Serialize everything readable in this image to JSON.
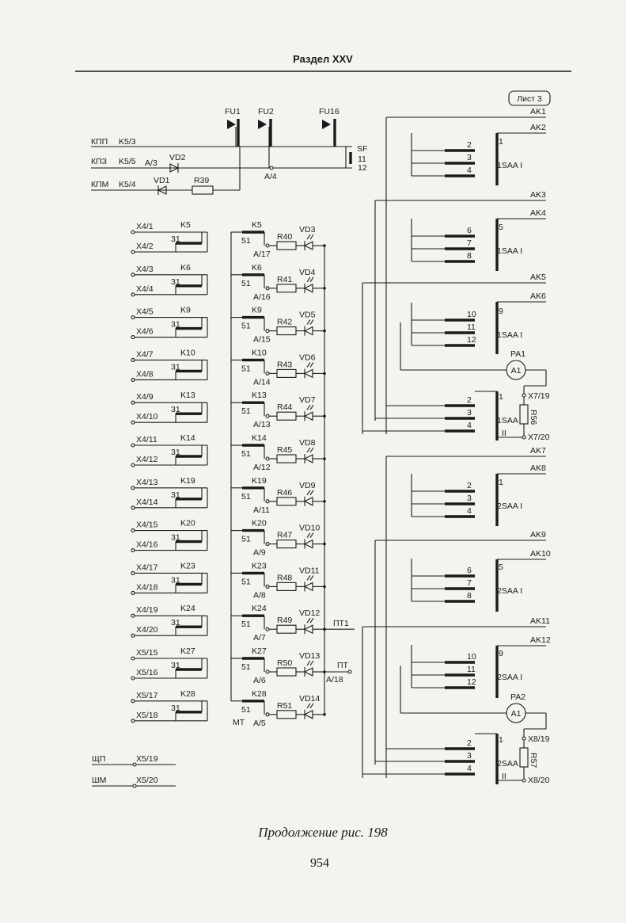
{
  "header": {
    "section": "Раздел XXV",
    "sheet": "Лист 3"
  },
  "caption": "Продолжение рис. 198",
  "page_number": "954",
  "top": {
    "fuses": [
      "FU1",
      "FU2",
      "FU16"
    ],
    "lines": [
      {
        "name": "КПП",
        "terminal": "K5/3"
      },
      {
        "name": "КПЗ",
        "terminal": "K5/5"
      },
      {
        "name": "КПМ",
        "terminal": "K5/4"
      }
    ],
    "vd2_terminal": "A/3",
    "vd2": "VD2",
    "vd1": "VD1",
    "r39": "R39",
    "a4": "A/4",
    "sf": "SF",
    "sf_pins": [
      "11",
      "12"
    ]
  },
  "relays": [
    {
      "x1": "X4/1",
      "x2": "X4/2",
      "k": "K5",
      "c": "31",
      "r": "R40",
      "vd": "VD3",
      "a": "A/17"
    },
    {
      "x1": "X4/3",
      "x2": "X4/4",
      "k": "K6",
      "c": "31",
      "r": "R41",
      "vd": "VD4",
      "a": "A/16"
    },
    {
      "x1": "X4/5",
      "x2": "X4/6",
      "k": "K9",
      "c": "31",
      "r": "R42",
      "vd": "VD5",
      "a": "A/15"
    },
    {
      "x1": "X4/7",
      "x2": "X4/8",
      "k": "K10",
      "c": "31",
      "r": "R43",
      "vd": "VD6",
      "a": "A/14"
    },
    {
      "x1": "X4/9",
      "x2": "X4/10",
      "k": "K13",
      "c": "31",
      "r": "R44",
      "vd": "VD7",
      "a": "A/13"
    },
    {
      "x1": "X4/11",
      "x2": "X4/12",
      "k": "K14",
      "c": "31",
      "r": "R45",
      "vd": "VD8",
      "a": "A/12"
    },
    {
      "x1": "X4/13",
      "x2": "X4/14",
      "k": "K19",
      "c": "31",
      "r": "R46",
      "vd": "VD9",
      "a": "A/11"
    },
    {
      "x1": "X4/15",
      "x2": "X4/16",
      "k": "K20",
      "c": "31",
      "r": "R47",
      "vd": "VD10",
      "a": "A/9"
    },
    {
      "x1": "X4/17",
      "x2": "X4/18",
      "k": "K23",
      "c": "31",
      "r": "R48",
      "vd": "VD11",
      "a": "A/8"
    },
    {
      "x1": "X4/19",
      "x2": "X4/20",
      "k": "K24",
      "c": "31",
      "r": "R49",
      "vd": "VD12",
      "a": "A/7"
    },
    {
      "x1": "X5/15",
      "x2": "X5/16",
      "k": "K27",
      "c": "31",
      "r": "R50",
      "vd": "VD13",
      "a": "A/6"
    },
    {
      "x1": "X5/17",
      "x2": "X5/18",
      "k": "K28",
      "c": "31",
      "r": "R51",
      "vd": "VD14",
      "a": "A/5"
    }
  ],
  "relay_contact_num": "51",
  "pt1": "ПТ1",
  "pt": "ПТ",
  "pt_terminal": "A/18",
  "mt": "МТ",
  "bottom_lines": [
    {
      "name": "ЩП",
      "terminal": "X5/19"
    },
    {
      "name": "ШМ",
      "terminal": "X5/20"
    }
  ],
  "right": {
    "bus_labels": [
      "AK1",
      "AK2",
      "AK3",
      "AK4",
      "AK5",
      "AK6",
      "AK7",
      "AK8",
      "AK9",
      "AK10",
      "AK11",
      "AK12"
    ],
    "switch_groups": [
      {
        "pos": [
          "2",
          "3",
          "4"
        ],
        "num": "1",
        "name": "1SAA I"
      },
      {
        "pos": [
          "6",
          "7",
          "8"
        ],
        "num": "5",
        "name": "1SAA I"
      },
      {
        "pos": [
          "10",
          "11",
          "12"
        ],
        "num": "9",
        "name": "1SAA I"
      },
      {
        "pos": [
          "2",
          "3",
          "4"
        ],
        "num": "1",
        "name": "1SAA",
        "sub": "II"
      },
      {
        "pos": [
          "2",
          "3",
          "4"
        ],
        "num": "1",
        "name": "2SAA I"
      },
      {
        "pos": [
          "6",
          "7",
          "8"
        ],
        "num": "5",
        "name": "2SAA I"
      },
      {
        "pos": [
          "10",
          "11",
          "12"
        ],
        "num": "9",
        "name": "2SAA I"
      },
      {
        "pos": [
          "2",
          "3",
          "4"
        ],
        "num": "1",
        "name": "2SAA",
        "sub": "II"
      }
    ],
    "ammeters": [
      {
        "label": "PA1",
        "symbol": "A1",
        "resistor": "R56",
        "t1": "X7/19",
        "t2": "X7/20"
      },
      {
        "label": "PA2",
        "symbol": "A1",
        "resistor": "R57",
        "t1": "X8/19",
        "t2": "X8/20"
      }
    ]
  }
}
